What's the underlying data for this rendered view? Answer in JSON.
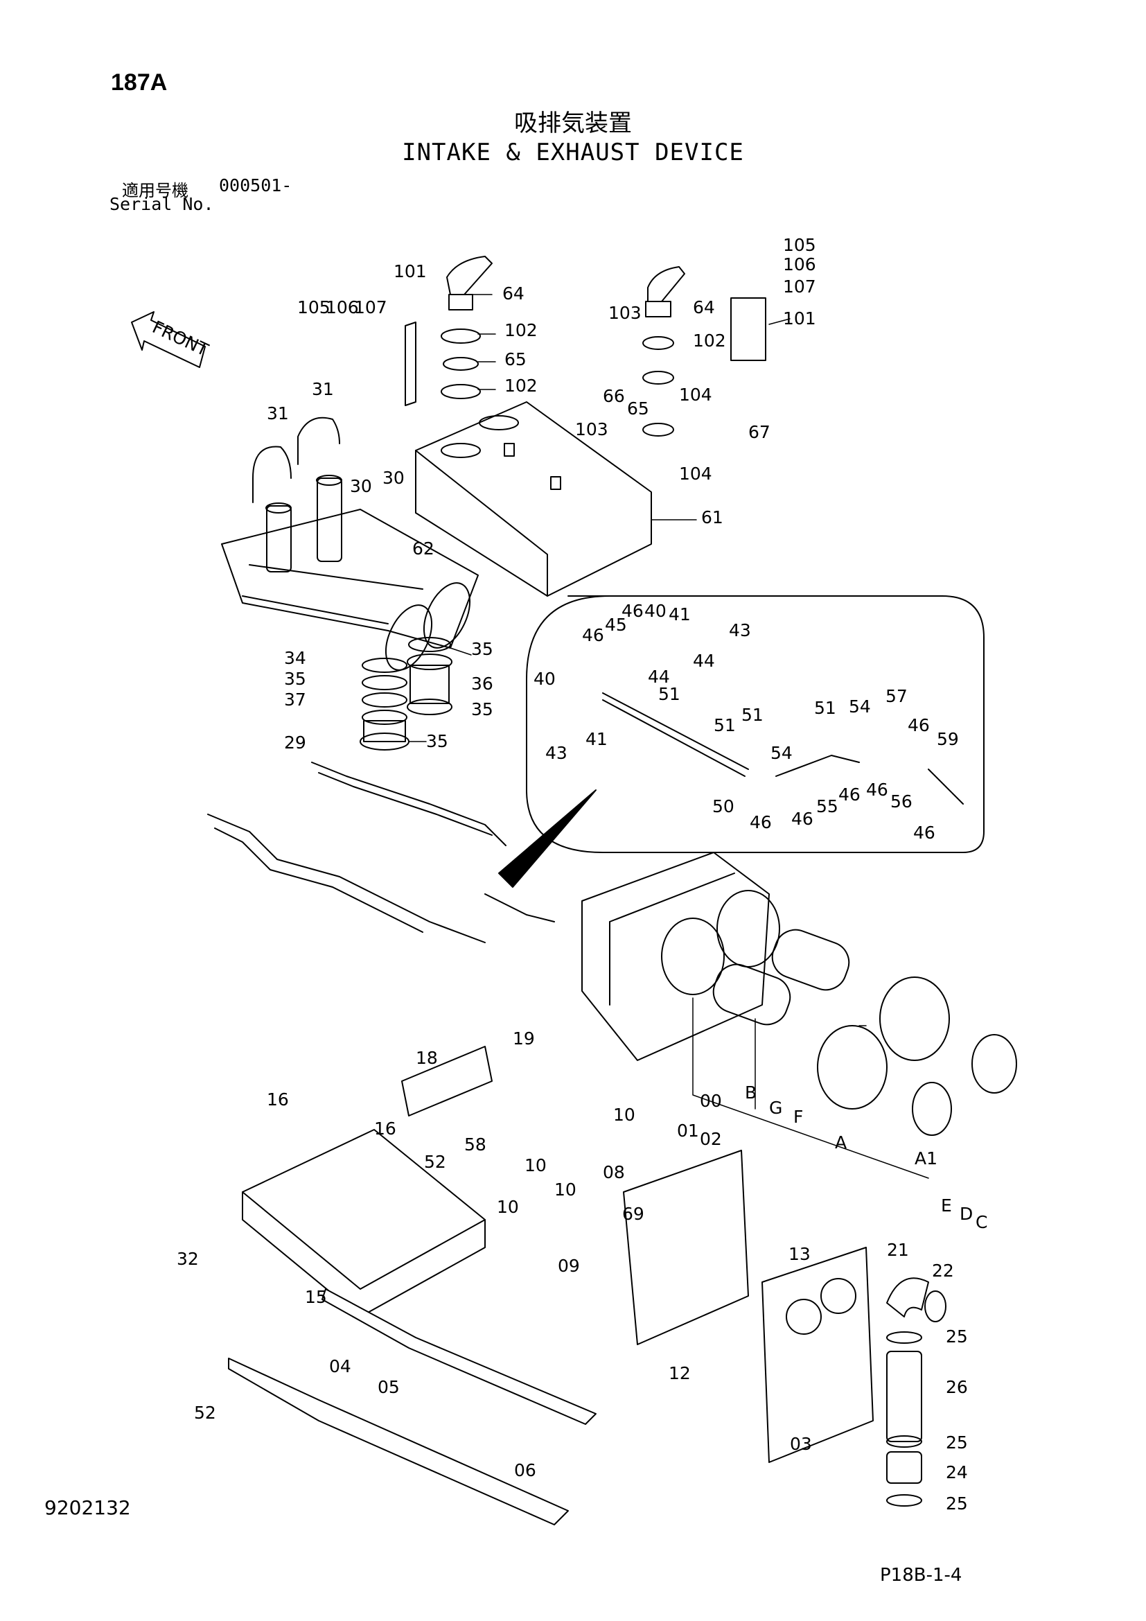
{
  "header": {
    "page_number": "187A",
    "title_jp": "吸排気装置",
    "title_en": "INTAKE & EXHAUST DEVICE",
    "serial_jp_label": "適用号機",
    "serial_value": "000501-",
    "serial_en_label": "Serial No."
  },
  "front_marker": "FRONT",
  "callouts": [
    {
      "id": "c-105a",
      "text": "105"
    },
    {
      "id": "c-106a",
      "text": "106"
    },
    {
      "id": "c-107a",
      "text": "107"
    },
    {
      "id": "c-101a",
      "text": "101"
    },
    {
      "id": "c-64a",
      "text": "64"
    },
    {
      "id": "c-102a",
      "text": "102"
    },
    {
      "id": "c-65a",
      "text": "65"
    },
    {
      "id": "c-102b",
      "text": "102"
    },
    {
      "id": "c-31a",
      "text": "31"
    },
    {
      "id": "c-31b",
      "text": "31"
    },
    {
      "id": "c-30a",
      "text": "30"
    },
    {
      "id": "c-30b",
      "text": "30"
    },
    {
      "id": "c-105b",
      "text": "105"
    },
    {
      "id": "c-106b",
      "text": "106"
    },
    {
      "id": "c-107b",
      "text": "107"
    },
    {
      "id": "c-64b",
      "text": "64"
    },
    {
      "id": "c-101b",
      "text": "101"
    },
    {
      "id": "c-103a",
      "text": "103"
    },
    {
      "id": "c-102c",
      "text": "102"
    },
    {
      "id": "c-66",
      "text": "66"
    },
    {
      "id": "c-104a",
      "text": "104"
    },
    {
      "id": "c-65b",
      "text": "65"
    },
    {
      "id": "c-103b",
      "text": "103"
    },
    {
      "id": "c-67",
      "text": "67"
    },
    {
      "id": "c-104b",
      "text": "104"
    },
    {
      "id": "c-61",
      "text": "61"
    },
    {
      "id": "c-62",
      "text": "62"
    },
    {
      "id": "c-34",
      "text": "34"
    },
    {
      "id": "c-35a",
      "text": "35"
    },
    {
      "id": "c-37",
      "text": "37"
    },
    {
      "id": "c-29",
      "text": "29"
    },
    {
      "id": "c-35b",
      "text": "35"
    },
    {
      "id": "c-36",
      "text": "36"
    },
    {
      "id": "c-35c",
      "text": "35"
    },
    {
      "id": "c-35d",
      "text": "35"
    },
    {
      "id": "c-46a",
      "text": "46"
    },
    {
      "id": "c-40a",
      "text": "40"
    },
    {
      "id": "c-41a",
      "text": "41"
    },
    {
      "id": "c-43a",
      "text": "43"
    },
    {
      "id": "c-46b",
      "text": "46"
    },
    {
      "id": "c-45",
      "text": "45"
    },
    {
      "id": "c-44a",
      "text": "44"
    },
    {
      "id": "c-40b",
      "text": "40"
    },
    {
      "id": "c-44b",
      "text": "44"
    },
    {
      "id": "c-51a",
      "text": "51"
    },
    {
      "id": "c-43b",
      "text": "43"
    },
    {
      "id": "c-41b",
      "text": "41"
    },
    {
      "id": "c-51b",
      "text": "51"
    },
    {
      "id": "c-51c",
      "text": "51"
    },
    {
      "id": "c-51d",
      "text": "51"
    },
    {
      "id": "c-54a",
      "text": "54"
    },
    {
      "id": "c-57",
      "text": "57"
    },
    {
      "id": "c-46c",
      "text": "46"
    },
    {
      "id": "c-59",
      "text": "59"
    },
    {
      "id": "c-54b",
      "text": "54"
    },
    {
      "id": "c-50",
      "text": "50"
    },
    {
      "id": "c-55",
      "text": "55"
    },
    {
      "id": "c-46d",
      "text": "46"
    },
    {
      "id": "c-46e",
      "text": "46"
    },
    {
      "id": "c-56",
      "text": "56"
    },
    {
      "id": "c-46f",
      "text": "46"
    },
    {
      "id": "c-46g",
      "text": "46"
    },
    {
      "id": "c-46h",
      "text": "46"
    },
    {
      "id": "c-19",
      "text": "19"
    },
    {
      "id": "c-18",
      "text": "18"
    },
    {
      "id": "c-16a",
      "text": "16"
    },
    {
      "id": "c-16b",
      "text": "16"
    },
    {
      "id": "c-58",
      "text": "58"
    },
    {
      "id": "c-52a",
      "text": "52"
    },
    {
      "id": "c-00",
      "text": "00"
    },
    {
      "id": "c-B",
      "text": "B"
    },
    {
      "id": "c-G",
      "text": "G"
    },
    {
      "id": "c-F",
      "text": "F"
    },
    {
      "id": "c-A",
      "text": "A"
    },
    {
      "id": "c-A1",
      "text": "A1"
    },
    {
      "id": "c-E",
      "text": "E"
    },
    {
      "id": "c-D",
      "text": "D"
    },
    {
      "id": "c-C",
      "text": "C"
    },
    {
      "id": "c-10a",
      "text": "10"
    },
    {
      "id": "c-01",
      "text": "01"
    },
    {
      "id": "c-02",
      "text": "02"
    },
    {
      "id": "c-10b",
      "text": "10"
    },
    {
      "id": "c-08",
      "text": "08"
    },
    {
      "id": "c-10c",
      "text": "10"
    },
    {
      "id": "c-69",
      "text": "69"
    },
    {
      "id": "c-10d",
      "text": "10"
    },
    {
      "id": "c-09",
      "text": "09"
    },
    {
      "id": "c-13",
      "text": "13"
    },
    {
      "id": "c-32",
      "text": "32"
    },
    {
      "id": "c-15",
      "text": "15"
    },
    {
      "id": "c-21",
      "text": "21"
    },
    {
      "id": "c-22",
      "text": "22"
    },
    {
      "id": "c-25a",
      "text": "25"
    },
    {
      "id": "c-12",
      "text": "12"
    },
    {
      "id": "c-26",
      "text": "26"
    },
    {
      "id": "c-04",
      "text": "04"
    },
    {
      "id": "c-05",
      "text": "05"
    },
    {
      "id": "c-03",
      "text": "03"
    },
    {
      "id": "c-25b",
      "text": "25"
    },
    {
      "id": "c-24",
      "text": "24"
    },
    {
      "id": "c-25c",
      "text": "25"
    },
    {
      "id": "c-52b",
      "text": "52"
    },
    {
      "id": "c-06",
      "text": "06"
    }
  ],
  "footer": {
    "drawing_number": "9202132",
    "page_code": "P18B-1-4"
  }
}
